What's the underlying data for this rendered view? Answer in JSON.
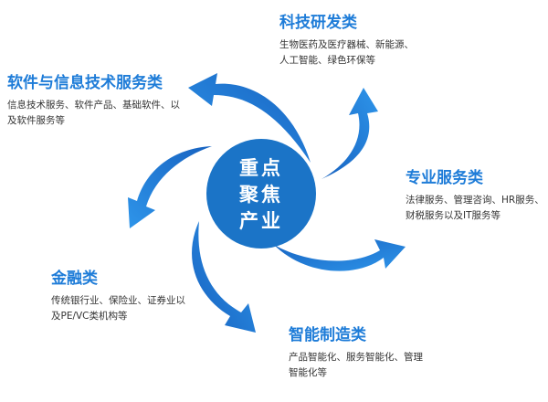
{
  "center": {
    "line1": "重点",
    "line2": "聚焦",
    "line3": "产业"
  },
  "categories": [
    {
      "title": "科技研发类",
      "desc_line1": "生物医药及医疗器械、新能源、",
      "desc_line2": "人工智能、绿色环保等"
    },
    {
      "title": "软件与信息技术服务类",
      "desc_line1": "信息技术服务、软件产品、基础软件、以",
      "desc_line2": "及软件服务等"
    },
    {
      "title": "专业服务类",
      "desc_line1": "法律服务、管理咨询、HR服务、",
      "desc_line2": "财税服务以及IT服务等"
    },
    {
      "title": "金融类",
      "desc_line1": "传统银行业、保险业、证券业以",
      "desc_line2": "及PE/VC类机构等"
    },
    {
      "title": "智能制造类",
      "desc_line1": "产品智能化、服务智能化、管理",
      "desc_line2": "智能化等"
    }
  ],
  "colors": {
    "accent": "#1e7cd8",
    "center_circle": "#1b74c7",
    "text": "#333333"
  }
}
